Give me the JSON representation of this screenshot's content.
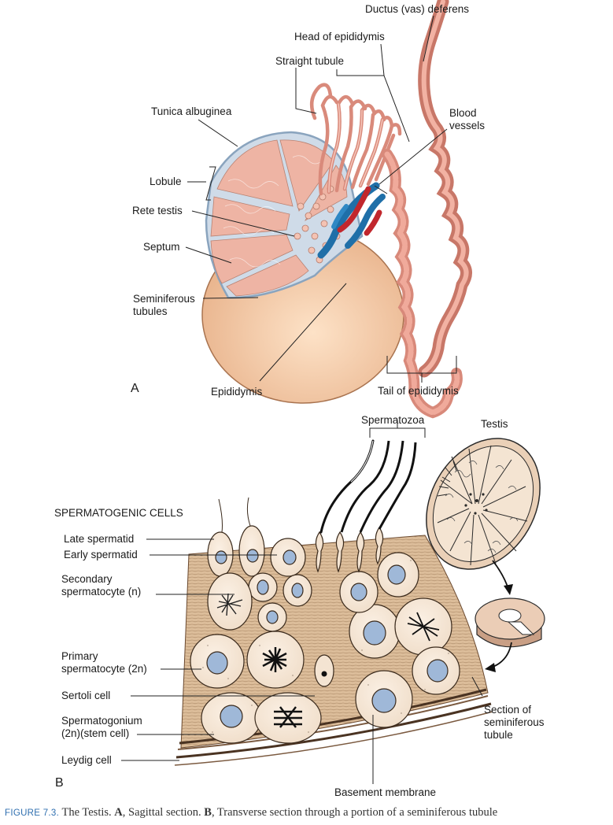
{
  "panel_a": {
    "letter": "A",
    "labels": {
      "ductus": "Ductus (vas) deferens",
      "head": "Head of epididymis",
      "straight": "Straight tubule",
      "tunica": "Tunica albuginea",
      "blood": "Blood\nvessels",
      "lobule": "Lobule",
      "rete": "Rete testis",
      "septum": "Septum",
      "seminiferous": "Seminiferous\ntubules",
      "epididymis": "Epididymis",
      "tail": "Tail of epididymis"
    }
  },
  "panel_b": {
    "letter": "B",
    "labels": {
      "spermatozoa": "Spermatozoa",
      "testis": "Testis",
      "cells_heading": "SPERMATOGENIC CELLS",
      "late": "Late spermatid",
      "early": "Early spermatid",
      "secondary": "Secondary\nspermatocyte (n)",
      "primary": "Primary\nspermatocyte (2n)",
      "sertoli": "Sertoli cell",
      "spermatogonium": "Spermatogonium\n(2n)(stem cell)",
      "leydig": "Leydig cell",
      "basement": "Basement membrane",
      "section": "Section of\nseminiferous\ntubule"
    }
  },
  "caption": {
    "figure_number": "FIGURE 7.3.",
    "text_1": "  The Testis. ",
    "a_letter": "A",
    "text_2": ", Sagittal section. ",
    "b_letter": "B",
    "text_3": ", Transverse section through a portion of a seminiferous tubule"
  },
  "colors": {
    "testis_body": "#f3c9a6",
    "tubule_pink": "#e9a596",
    "lobule_fill": "#efb8a8",
    "tunica": "#c9d7e6",
    "artery_red": "#c1272d",
    "vein_blue": "#1f6fa8",
    "wall_tan": "#e8cfb3",
    "nucleus_blue": "#9fb8d8"
  }
}
